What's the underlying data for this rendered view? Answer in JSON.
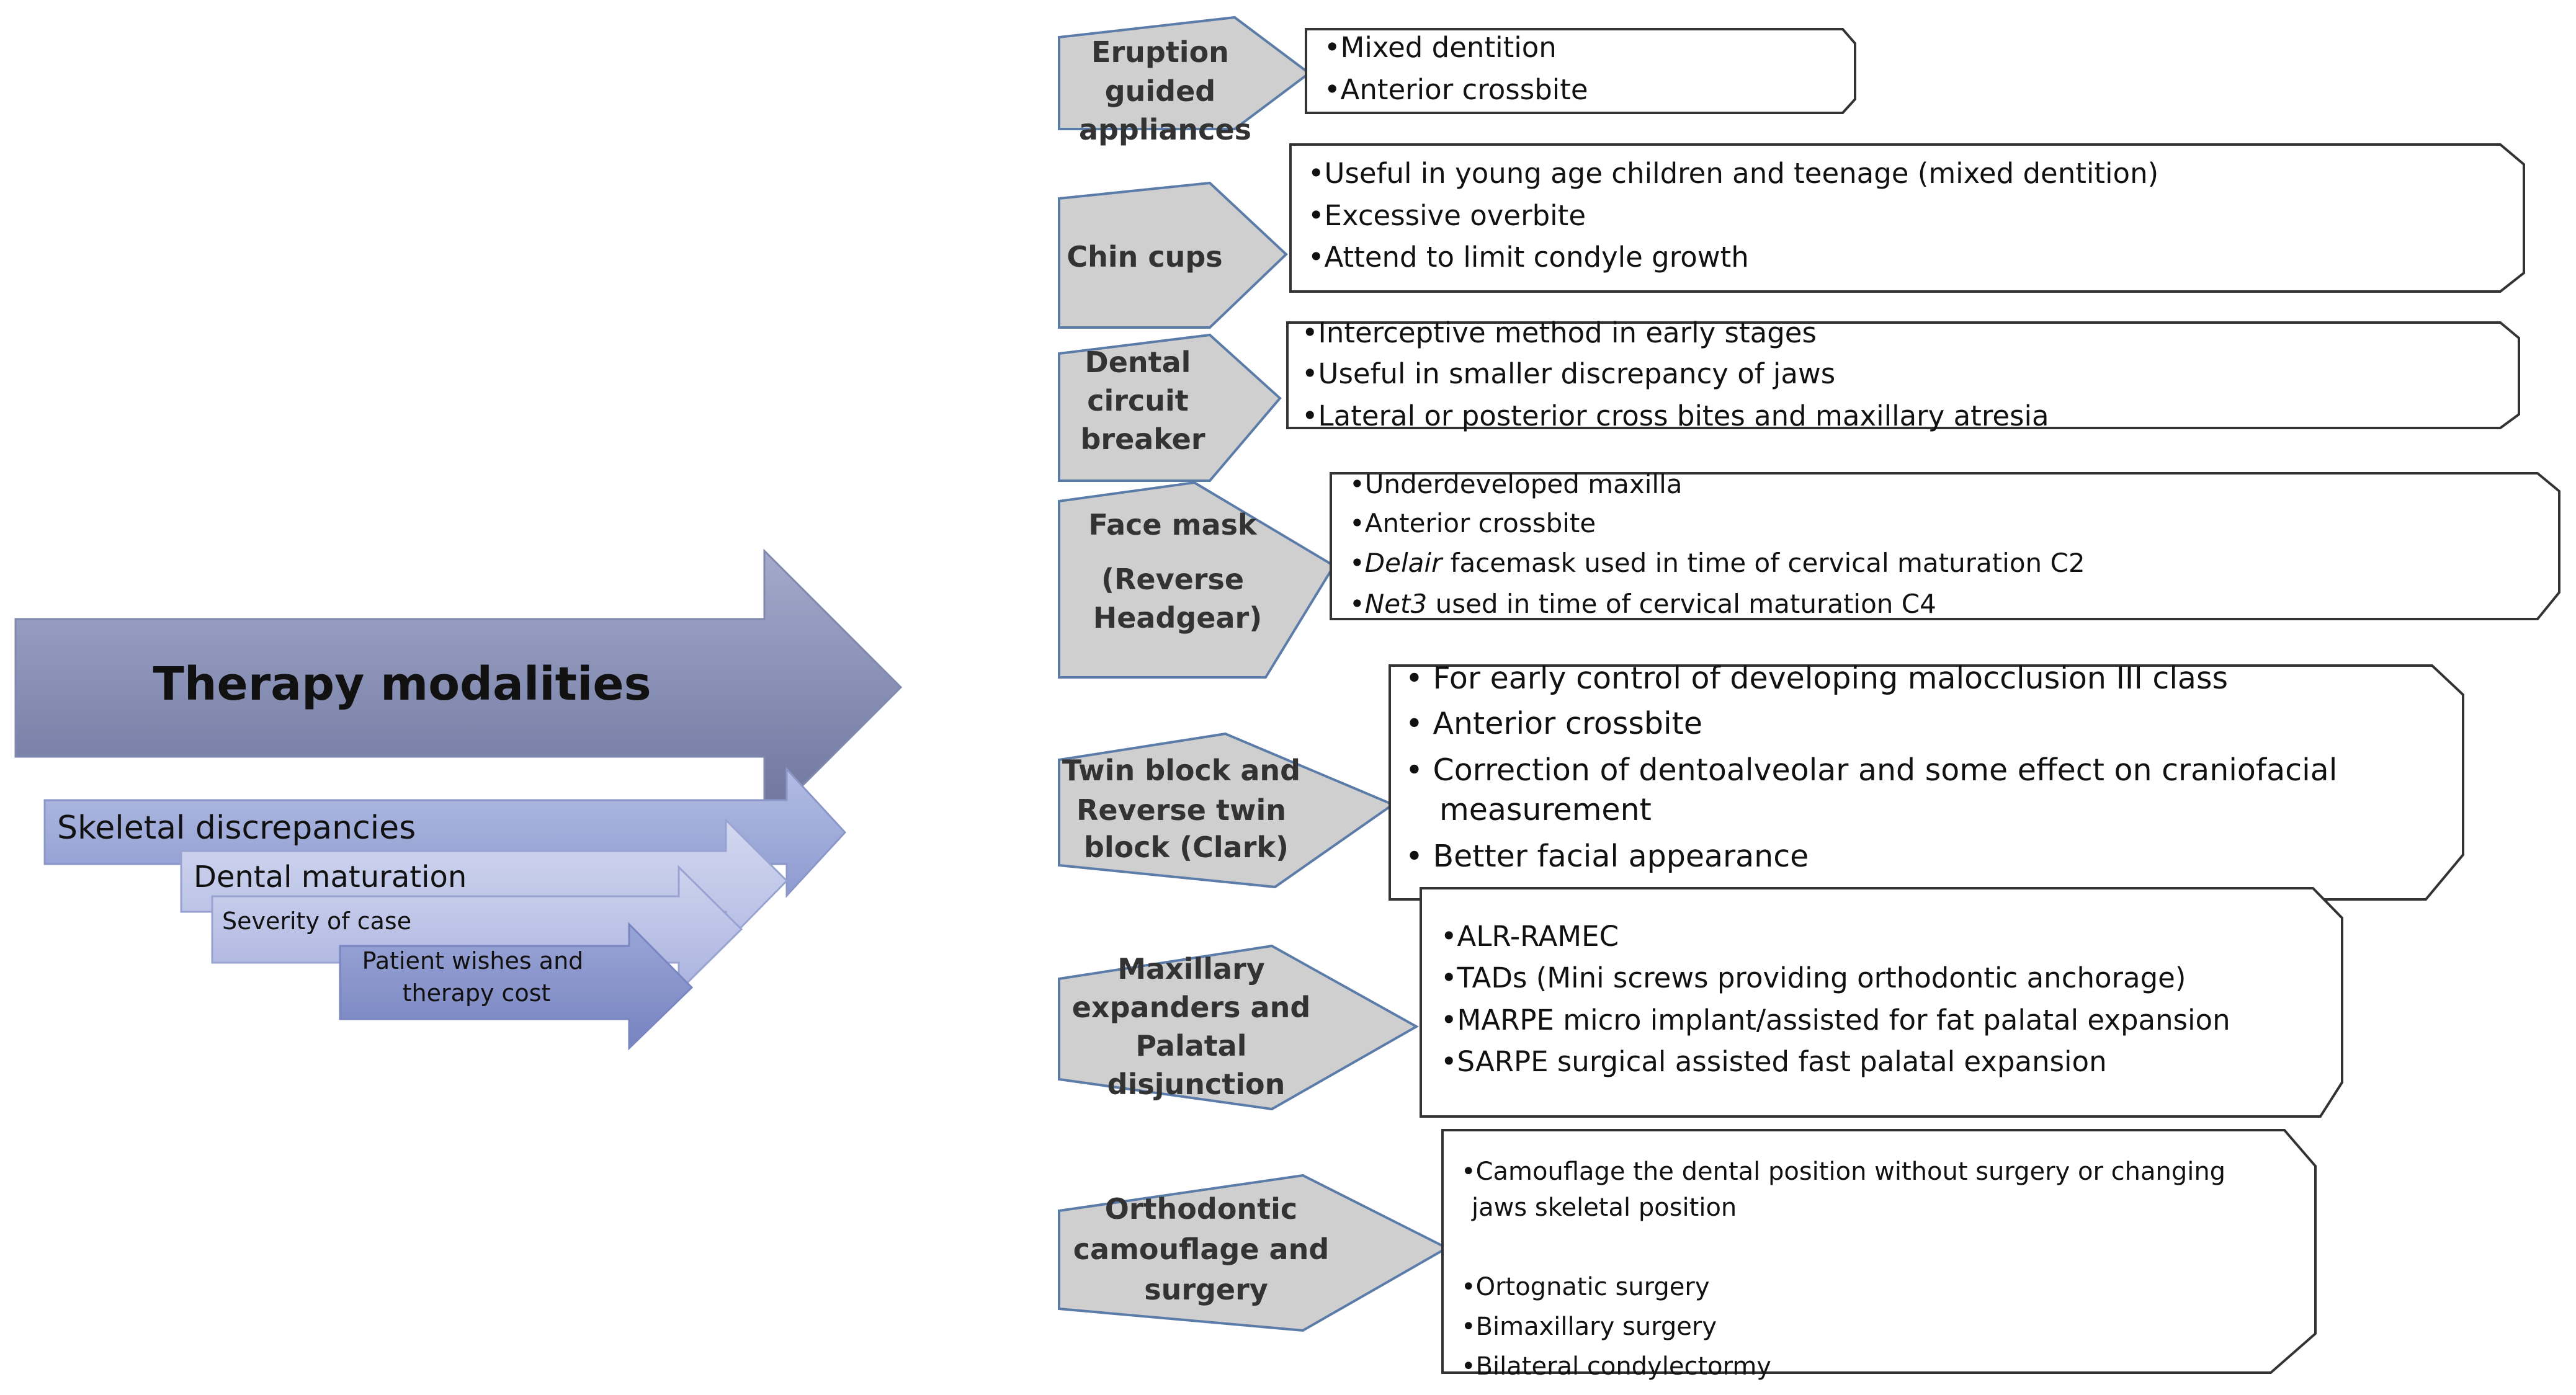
{
  "main_arrow": {
    "title": "Therapy modalities",
    "color_top": "#9ea5c6",
    "color_bottom": "#6a729c"
  },
  "factors": [
    {
      "label": "Skeletal discrepancies",
      "color": "#a4aed8"
    },
    {
      "label": "Dental maturation",
      "color": "#c4cbe9"
    },
    {
      "label": "Severity of case",
      "color": "#c0c7e6"
    },
    {
      "label": "Patient wishes and therapy cost",
      "color": "#8c97cc"
    }
  ],
  "categories": [
    {
      "lines": [
        "Eruption",
        "guided",
        "appliances"
      ],
      "bullets": [
        {
          "parts": [
            [
              "•Mixed dentition",
              ""
            ]
          ]
        },
        {
          "parts": [
            [
              "•Anterior crossbite",
              ""
            ]
          ]
        }
      ]
    },
    {
      "lines": [
        "Chin cups"
      ],
      "bullets": [
        {
          "parts": [
            [
              "•Useful in young age children and  teenage (mixed dentition)",
              ""
            ]
          ]
        },
        {
          "parts": [
            [
              "•Excessive overbite",
              ""
            ]
          ]
        },
        {
          "parts": [
            [
              "•Attend to limit condyle growth",
              ""
            ]
          ]
        }
      ]
    },
    {
      "lines": [
        "Dental",
        "circuit",
        "breaker"
      ],
      "bullets": [
        {
          "parts": [
            [
              "•Interceptive method in early stages",
              ""
            ]
          ]
        },
        {
          "parts": [
            [
              "•Useful in smaller discrepancy of jaws",
              ""
            ]
          ]
        },
        {
          "parts": [
            [
              "•Lateral or posterior cross bites and maxillary atresia",
              ""
            ]
          ]
        }
      ]
    },
    {
      "lines": [
        "Face mask",
        "(Reverse",
        "Headgear)"
      ],
      "bullets": [
        {
          "parts": [
            [
              "•Underdeveloped maxilla",
              ""
            ]
          ]
        },
        {
          "parts": [
            [
              "•Anterior crossbite",
              ""
            ]
          ]
        },
        {
          "parts": [
            [
              "•",
              ""
            ],
            [
              "Delair",
              "italic"
            ],
            [
              " facemask used in time of cervical maturation C2",
              ""
            ]
          ]
        },
        {
          "parts": [
            [
              "•",
              ""
            ],
            [
              "Net3",
              "italic"
            ],
            [
              " used in time of cervical maturation C4",
              ""
            ]
          ]
        }
      ]
    },
    {
      "lines": [
        "Twin block  and",
        "Reverse twin",
        "block (Clark)"
      ],
      "bullets": [
        {
          "parts": [
            [
              "•  For early control of developing  malocclusion III class",
              ""
            ]
          ]
        },
        {
          "parts": [
            [
              "•  Anterior crossbite",
              ""
            ]
          ]
        },
        {
          "parts": [
            [
              "•  Correction of dentoalveolar and some effect on craniofacial",
              ""
            ]
          ]
        },
        {
          "parts": [
            [
              "measurement",
              ""
            ]
          ]
        },
        {
          "parts": [
            [
              "•  Better facial appearance",
              ""
            ]
          ]
        }
      ]
    },
    {
      "lines": [
        "Maxillary",
        "expanders and",
        "Palatal",
        "disjunction"
      ],
      "bullets": [
        {
          "parts": [
            [
              "•ALR-RAMEC",
              ""
            ]
          ]
        },
        {
          "parts": [
            [
              "•TADs (Mini screws providing orthodontic anchorage)",
              ""
            ]
          ]
        },
        {
          "parts": [
            [
              "•MARPE micro implant/assisted for fat palatal expansion",
              ""
            ]
          ]
        },
        {
          "parts": [
            [
              "•SARPE surgical assisted fast palatal expansion",
              ""
            ]
          ]
        }
      ]
    },
    {
      "lines": [
        "Orthodontic",
        "camouflage and",
        "surgery"
      ],
      "bullets": [
        {
          "parts": [
            [
              "•Camouflage the dental position without surgery or changing",
              ""
            ]
          ]
        },
        {
          "parts": [
            [
              "jaws skeletal position",
              ""
            ]
          ]
        },
        {
          "parts": [
            [
              "•Ortognatic surgery",
              ""
            ]
          ]
        },
        {
          "parts": [
            [
              "•Bimaxillary surgery",
              ""
            ]
          ]
        },
        {
          "parts": [
            [
              "•Bilateral condylectormy",
              ""
            ]
          ]
        }
      ]
    }
  ]
}
